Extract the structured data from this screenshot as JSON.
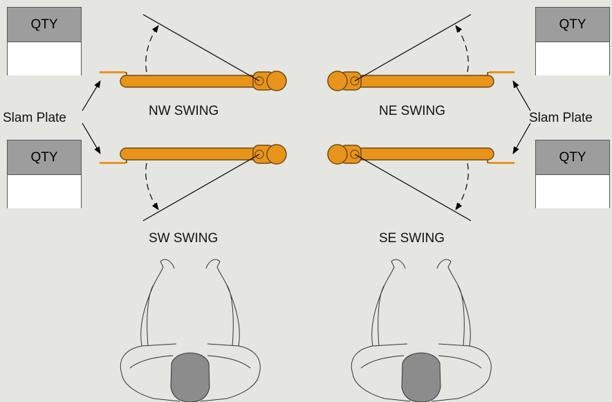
{
  "qty_boxes": [
    {
      "id": "nw",
      "label": "QTY",
      "value": ""
    },
    {
      "id": "ne",
      "label": "QTY",
      "value": ""
    },
    {
      "id": "sw",
      "label": "QTY",
      "value": ""
    },
    {
      "id": "se",
      "label": "QTY",
      "value": ""
    }
  ],
  "swings": {
    "nw": "NW SWING",
    "ne": "NE SWING",
    "sw": "SW SWING",
    "se": "SE SWING"
  },
  "slam_plate": {
    "left": "Slam Plate",
    "right": "Slam Plate"
  },
  "colors": {
    "arm": "#e8941a",
    "arm_stroke": "#6b4a10",
    "qty_header": "#9d9d9d",
    "background": "#e5e5e2",
    "head": "#8c8c8c"
  }
}
